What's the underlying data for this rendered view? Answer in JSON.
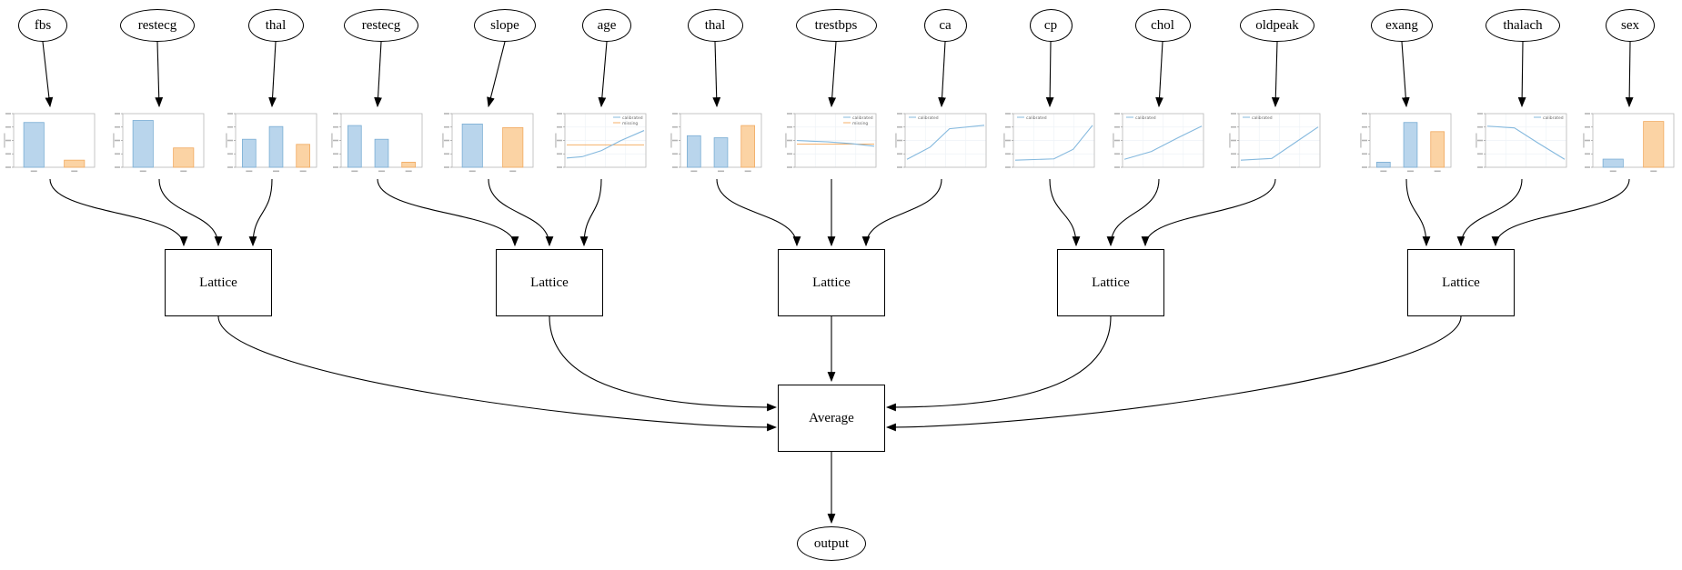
{
  "diagram": {
    "average_label": "Average",
    "output_label": "output",
    "legend_labels": {
      "series": "calibrated",
      "missing": "missing"
    },
    "lattices": [
      {
        "label": "Lattice"
      },
      {
        "label": "Lattice"
      },
      {
        "label": "Lattice"
      },
      {
        "label": "Lattice"
      },
      {
        "label": "Lattice"
      }
    ],
    "features": [
      {
        "label": "fbs",
        "chart": {
          "type": "bar",
          "bars": [
            {
              "v": 0.88,
              "c": "blue"
            },
            {
              "v": 0.14,
              "c": "orange"
            }
          ]
        }
      },
      {
        "label": "restecg",
        "chart": {
          "type": "bar",
          "bars": [
            {
              "v": 0.92,
              "c": "blue"
            },
            {
              "v": 0.38,
              "c": "orange"
            }
          ]
        }
      },
      {
        "label": "thal",
        "chart": {
          "type": "bar",
          "bars": [
            {
              "v": 0.55,
              "c": "blue"
            },
            {
              "v": 0.8,
              "c": "blue"
            },
            {
              "v": 0.45,
              "c": "orange"
            }
          ]
        }
      },
      {
        "label": "restecg",
        "chart": {
          "type": "bar",
          "bars": [
            {
              "v": 0.82,
              "c": "blue"
            },
            {
              "v": 0.55,
              "c": "blue"
            },
            {
              "v": 0.1,
              "c": "orange"
            }
          ]
        }
      },
      {
        "label": "slope",
        "chart": {
          "type": "bar",
          "bars": [
            {
              "v": 0.85,
              "c": "blue"
            },
            {
              "v": 0.78,
              "c": "orange"
            }
          ]
        }
      },
      {
        "label": "age",
        "chart": {
          "type": "line",
          "points": [
            [
              0,
              0.15
            ],
            [
              0.2,
              0.18
            ],
            [
              0.45,
              0.32
            ],
            [
              0.7,
              0.55
            ],
            [
              1,
              0.78
            ]
          ],
          "missing": 0.45,
          "legend": "tr"
        }
      },
      {
        "label": "thal",
        "chart": {
          "type": "bar",
          "bars": [
            {
              "v": 0.62,
              "c": "blue"
            },
            {
              "v": 0.58,
              "c": "blue"
            },
            {
              "v": 0.82,
              "c": "orange"
            }
          ]
        }
      },
      {
        "label": "trestbps",
        "chart": {
          "type": "line",
          "points": [
            [
              0,
              0.55
            ],
            [
              0.4,
              0.52
            ],
            [
              0.7,
              0.48
            ],
            [
              1,
              0.42
            ]
          ],
          "missing": 0.47,
          "legend": "tr"
        }
      },
      {
        "label": "ca",
        "chart": {
          "type": "line",
          "points": [
            [
              0,
              0.12
            ],
            [
              0.3,
              0.4
            ],
            [
              0.55,
              0.82
            ],
            [
              1,
              0.9
            ]
          ],
          "missing": null,
          "legend": "tl"
        }
      },
      {
        "label": "cp",
        "chart": {
          "type": "line",
          "points": [
            [
              0,
              0.1
            ],
            [
              0.5,
              0.13
            ],
            [
              0.75,
              0.35
            ],
            [
              1,
              0.9
            ]
          ],
          "missing": null,
          "legend": "tl"
        }
      },
      {
        "label": "chol",
        "chart": {
          "type": "line",
          "points": [
            [
              0,
              0.12
            ],
            [
              0.35,
              0.3
            ],
            [
              0.7,
              0.62
            ],
            [
              1,
              0.88
            ]
          ],
          "missing": null,
          "legend": "tl"
        }
      },
      {
        "label": "oldpeak",
        "chart": {
          "type": "line",
          "points": [
            [
              0,
              0.1
            ],
            [
              0.4,
              0.14
            ],
            [
              0.7,
              0.5
            ],
            [
              1,
              0.86
            ]
          ],
          "missing": null,
          "legend": "tl"
        }
      },
      {
        "label": "exang",
        "chart": {
          "type": "bar",
          "bars": [
            {
              "v": 0.1,
              "c": "blue"
            },
            {
              "v": 0.88,
              "c": "blue"
            },
            {
              "v": 0.7,
              "c": "orange"
            }
          ]
        }
      },
      {
        "label": "thalach",
        "chart": {
          "type": "line",
          "points": [
            [
              0,
              0.88
            ],
            [
              0.35,
              0.84
            ],
            [
              0.65,
              0.5
            ],
            [
              1,
              0.12
            ]
          ],
          "missing": null,
          "legend": "tr"
        }
      },
      {
        "label": "sex",
        "chart": {
          "type": "bar",
          "bars": [
            {
              "v": 0.16,
              "c": "blue"
            },
            {
              "v": 0.9,
              "c": "orange"
            }
          ]
        }
      }
    ]
  },
  "colors": {
    "edge": "#000000",
    "node_border": "#000000",
    "chart_border": "#b8b8b8",
    "bar_blue_fill": "#b9d5ec",
    "bar_blue_edge": "#7aadd4",
    "bar_orange_fill": "#fbd3a4",
    "bar_orange_edge": "#f0a95f",
    "line_blue": "#85b9de",
    "line_orange": "#f5b06a",
    "tick": "#b5b5b5",
    "grid": "#eef2f7"
  }
}
